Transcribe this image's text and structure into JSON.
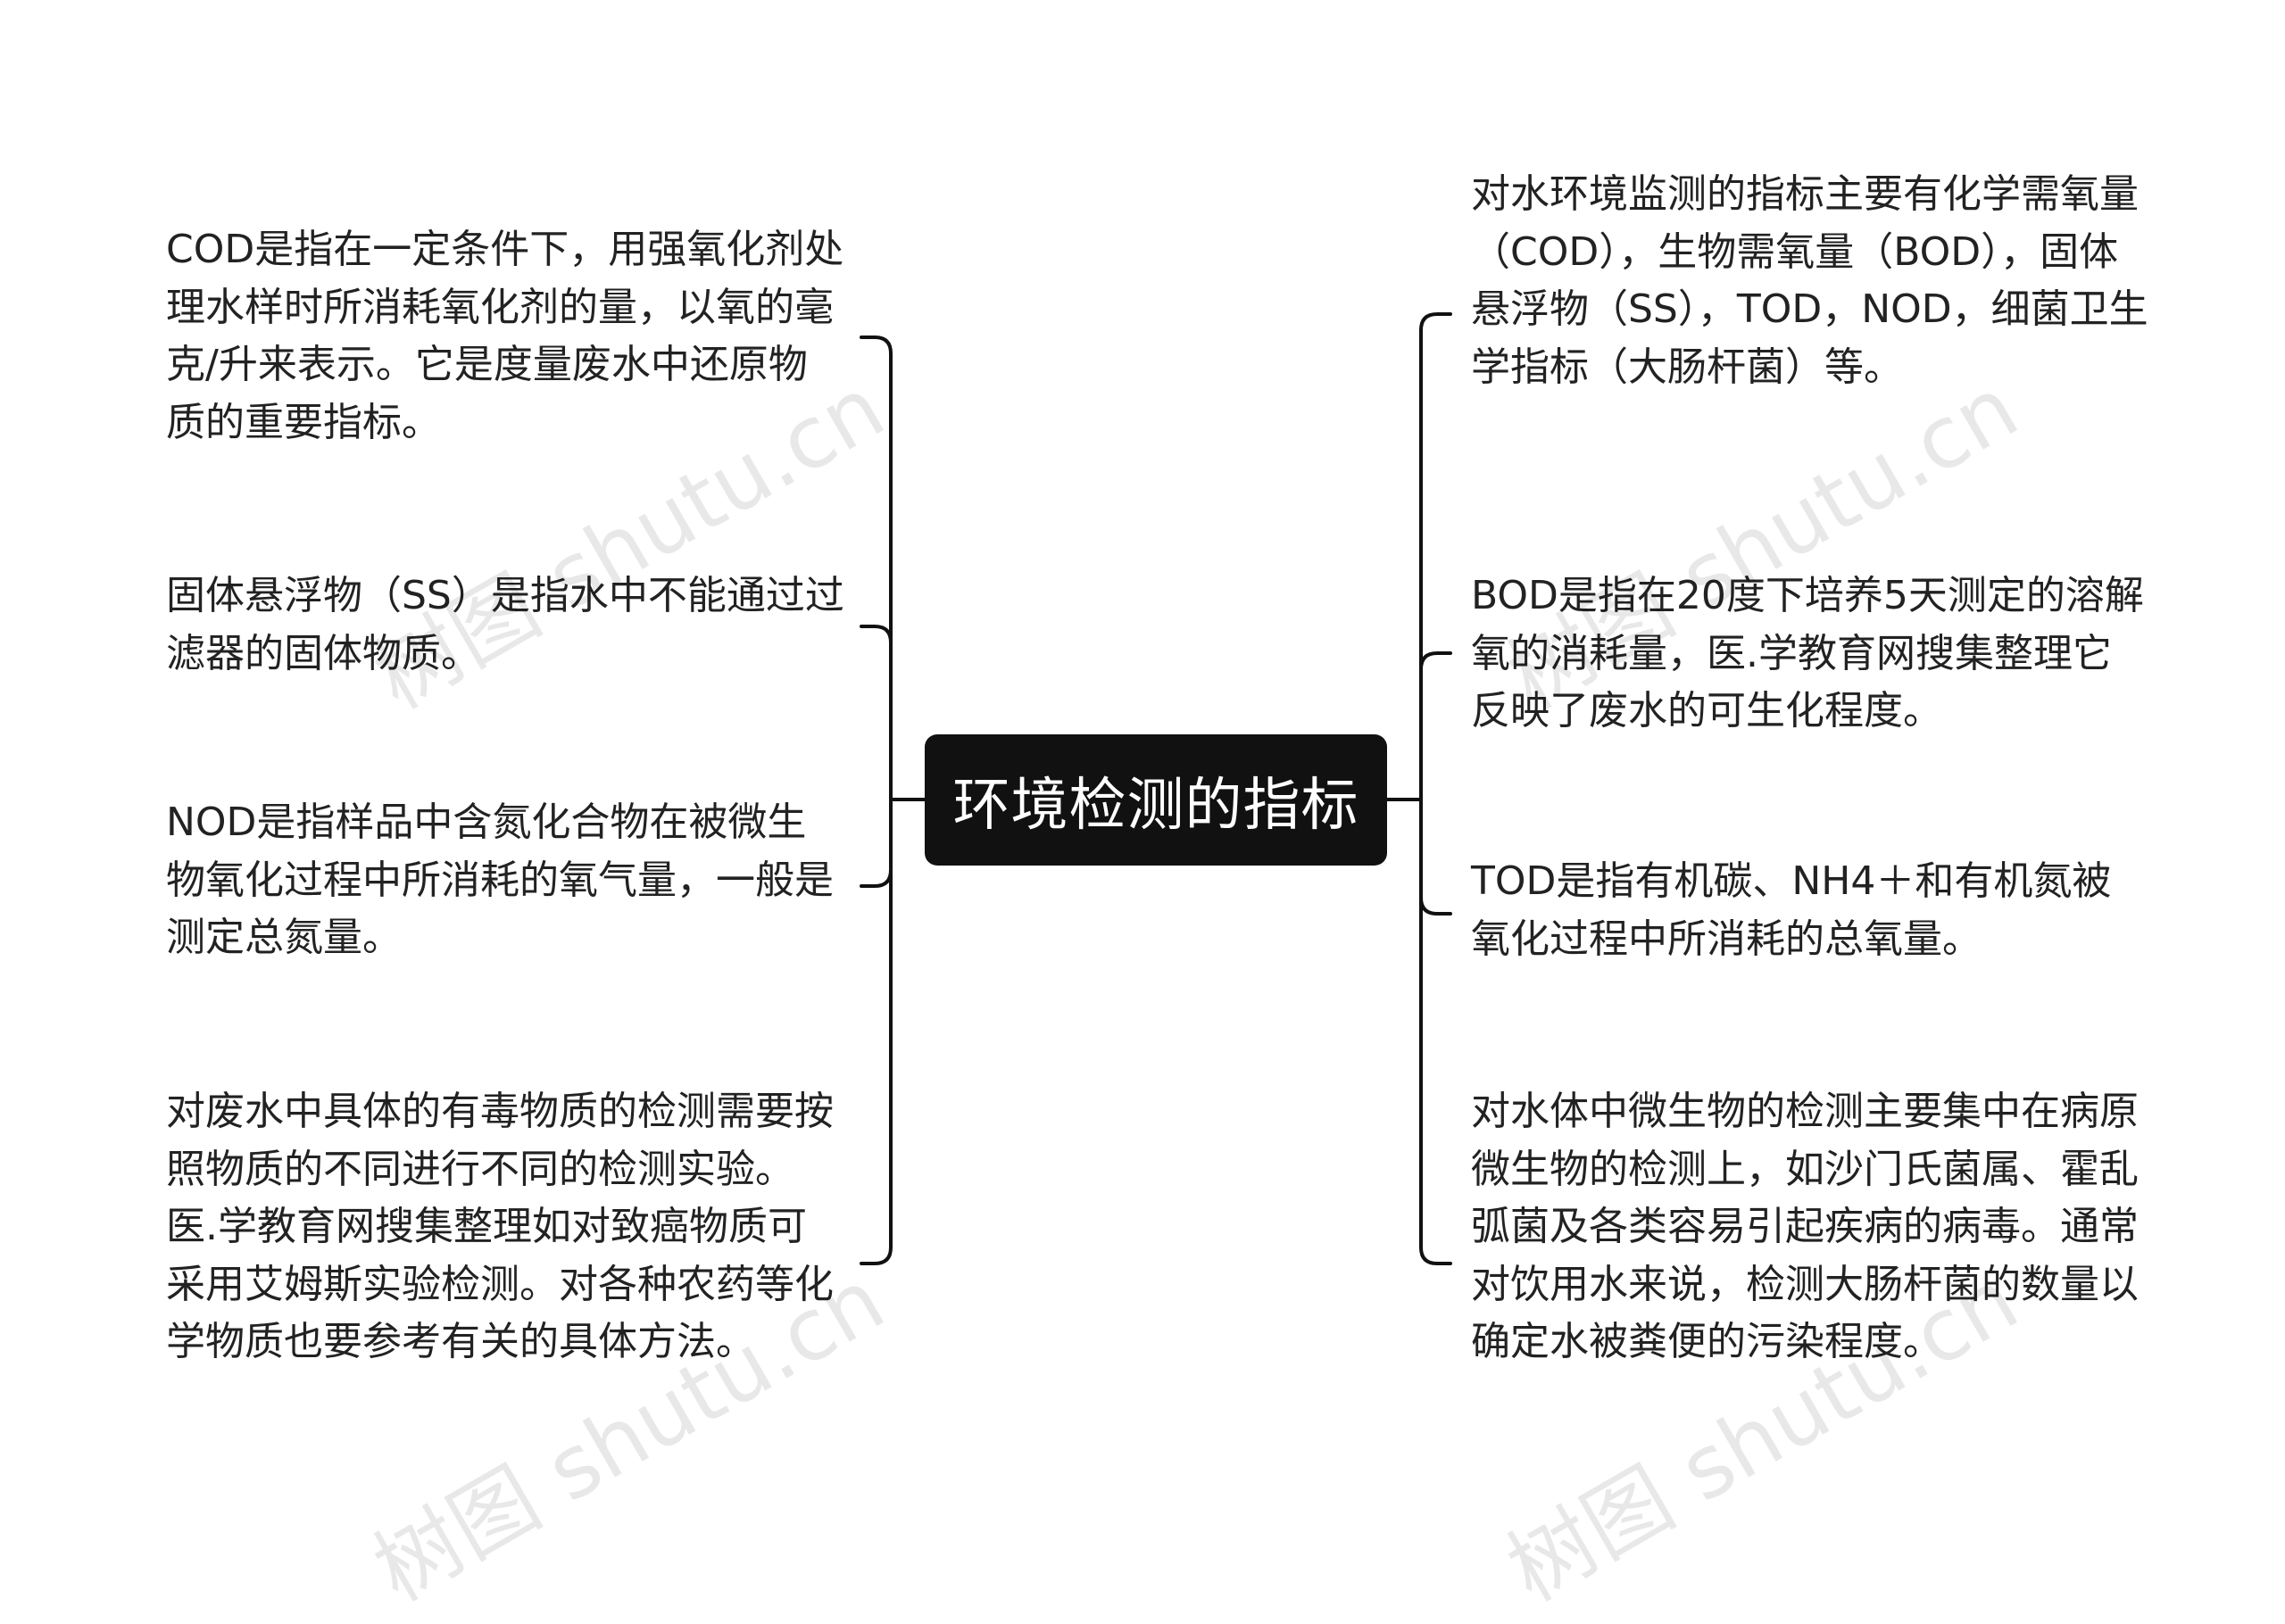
{
  "center": {
    "title": "环境检测的指标"
  },
  "left_items": [
    "COD是指在一定条件下，用强氧化剂处理水样时所消耗氧化剂的量，以氧的毫克/升来表示。它是度量废水中还原物质的重要指标。",
    "固体悬浮物（SS）是指水中不能通过过滤器的固体物质。",
    "NOD是指样品中含氮化合物在被微生物氧化过程中所消耗的氧气量，一般是测定总氮量。",
    "对废水中具体的有毒物质的检测需要按照物质的不同进行不同的检测实验。医.学教育网搜集整理如对致癌物质可采用艾姆斯实验检测。对各种农药等化学物质也要参考有关的具体方法。"
  ],
  "right_items": [
    "对水环境监测的指标主要有化学需氧量（COD），生物需氧量（BOD），固体悬浮物（SS），TOD，NOD，细菌卫生学指标（大肠杆菌）等。",
    "BOD是指在20度下培养5天测定的溶解氧的消耗量，医.学教育网搜集整理它反映了废水的可生化程度。",
    "TOD是指有机碳、NH4＋和有机氮被氧化过程中所消耗的总氧量。",
    "对水体中微生物的检测主要集中在病原微生物的检测上，如沙门氏菌属、霍乱弧菌及各类容易引起疾病的病毒。通常对饮用水来说，检测大肠杆菌的数量以确定水被粪便的污染程度。"
  ],
  "watermark": "树图 shutu.cn",
  "colors": {
    "center_bg": "#111111",
    "center_text": "#ffffff",
    "text": "#222222",
    "line": "#111111"
  }
}
